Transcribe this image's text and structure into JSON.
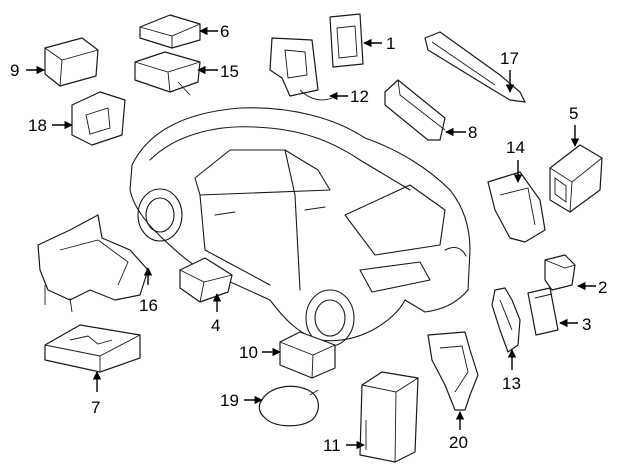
{
  "callouts": [
    {
      "number": "1"
    },
    {
      "number": "2"
    },
    {
      "number": "3"
    },
    {
      "number": "4"
    },
    {
      "number": "5"
    },
    {
      "number": "6"
    },
    {
      "number": "7"
    },
    {
      "number": "8"
    },
    {
      "number": "9"
    },
    {
      "number": "10"
    },
    {
      "number": "11"
    },
    {
      "number": "12"
    },
    {
      "number": "13"
    },
    {
      "number": "14"
    },
    {
      "number": "15"
    },
    {
      "number": "16"
    },
    {
      "number": "17"
    },
    {
      "number": "18"
    },
    {
      "number": "19"
    },
    {
      "number": "20"
    }
  ]
}
